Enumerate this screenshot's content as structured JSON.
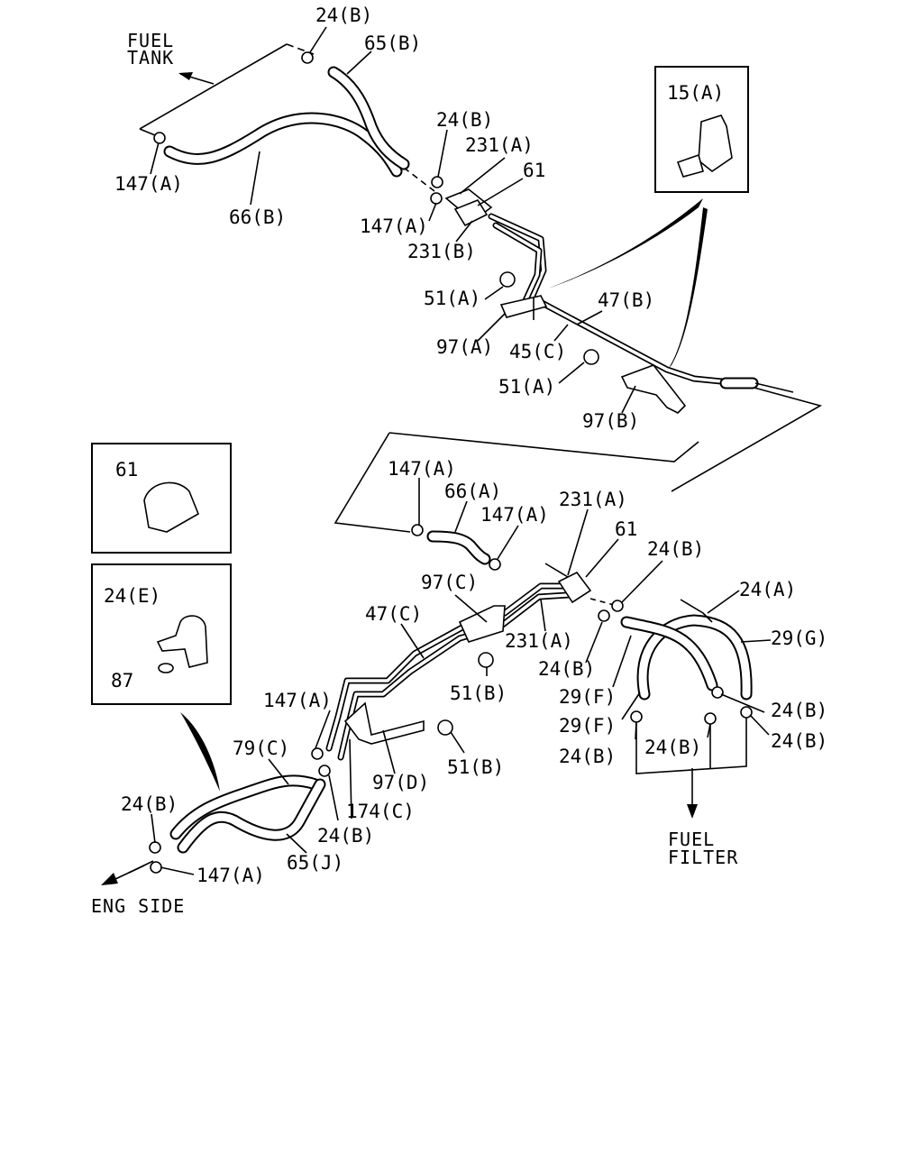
{
  "captions": {
    "fuel_tank": [
      "FUEL",
      "TANK"
    ],
    "fuel_filter": [
      "FUEL",
      "FILTER"
    ],
    "eng_side": "ENG SIDE"
  },
  "inset_labels": {
    "clip_15a": "15(A)",
    "clip_61": "61",
    "clamp_24e": "24(E)",
    "nut_87": "87"
  },
  "upper_labels": {
    "c24b_top": "24(B)",
    "h65b": "65(B)",
    "c147a_left": "147(A)",
    "h66b": "66(B)",
    "c24b_mid": "24(B)",
    "j231a": "231(A)",
    "clip61": "61",
    "c147a_mid": "147(A)",
    "j231b": "231(B)",
    "n51a_1": "51(A)",
    "p47b": "47(B)",
    "b97a": "97(A)",
    "p45c": "45(C)",
    "n51a_2": "51(A)",
    "b97b": "97(B)"
  },
  "lower_labels": {
    "c147a_1": "147(A)",
    "h66a": "66(A)",
    "c147a_2": "147(A)",
    "j231a_1": "231(A)",
    "clip61": "61",
    "c24b_1": "24(B)",
    "c24a": "24(A)",
    "b97c": "97(C)",
    "p47c": "47(C)",
    "j231a_2": "231(A)",
    "h29g": "29(G)",
    "c24b_2": "24(B)",
    "h29f_1": "29(F)",
    "n51b_1": "51(B)",
    "c24b_3": "24(B)",
    "c147a_3": "147(A)",
    "h29f_2": "29(F)",
    "h79c": "79(C)",
    "c24b_4": "24(B)",
    "c24b_5": "24(B)",
    "c24b_6": "24(B)",
    "b97d": "97(D)",
    "n51b_2": "51(B)",
    "c24b_7": "24(B)",
    "p174c": "174(C)",
    "c24b_8": "24(B)",
    "h65j": "65(J)",
    "c147a_4": "147(A)"
  }
}
